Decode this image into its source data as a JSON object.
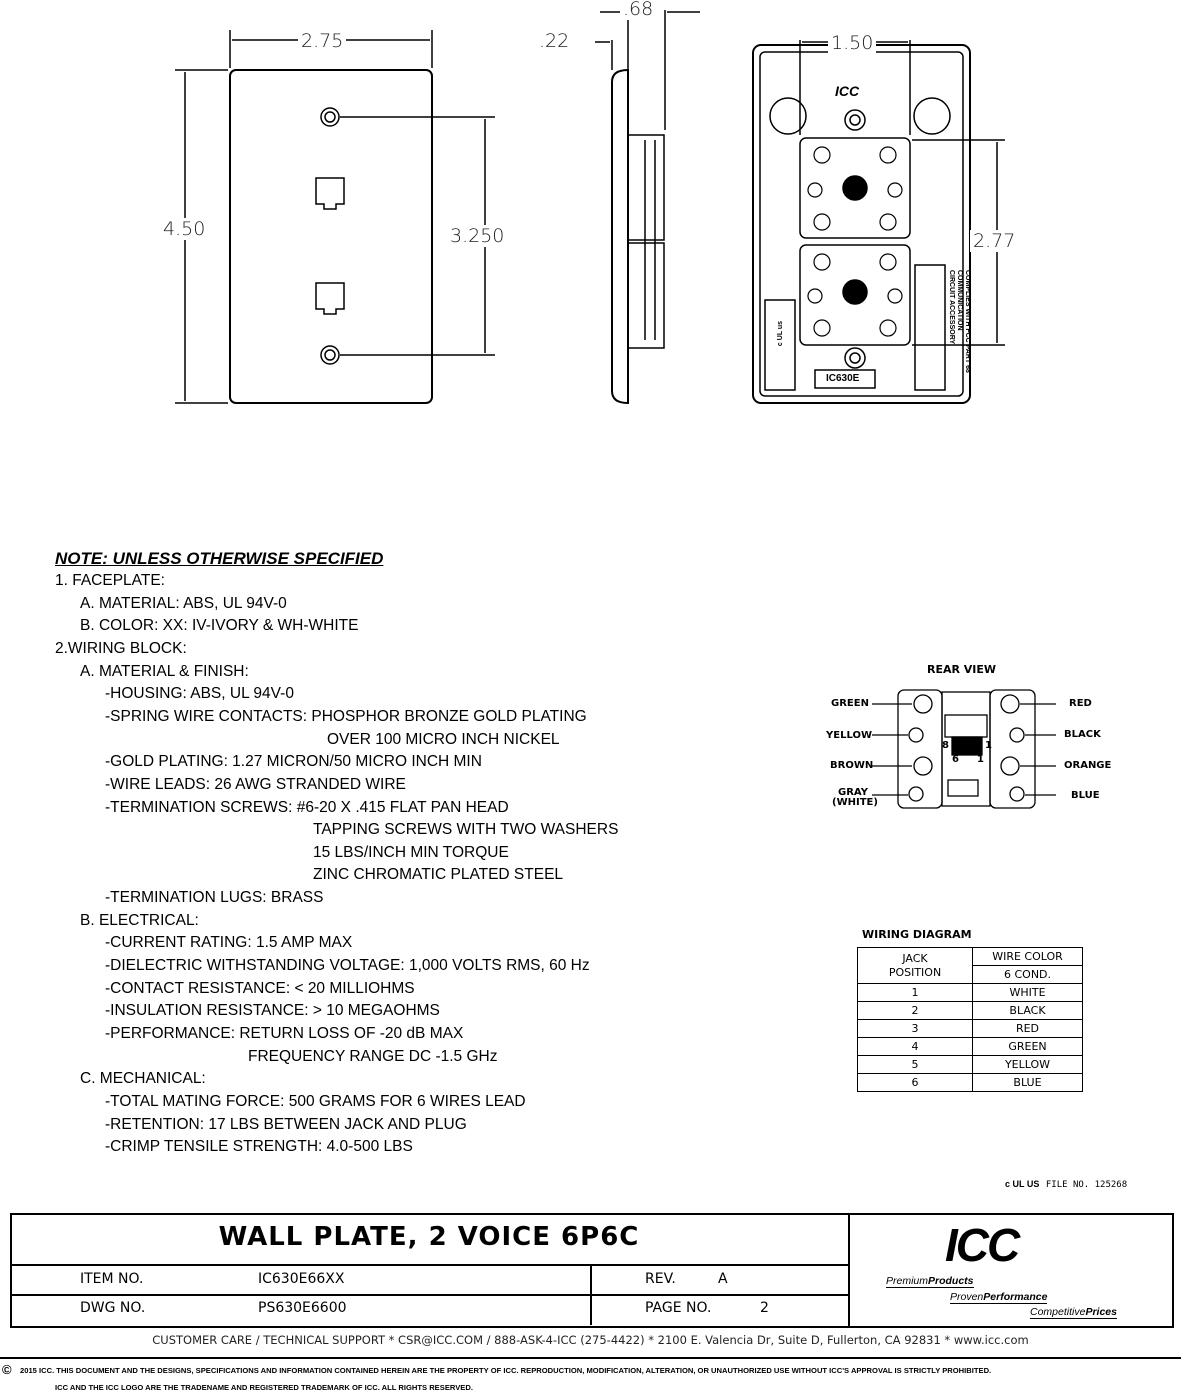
{
  "dimensions": {
    "plate_width": "2.75",
    "plate_height": "4.50",
    "screw_spacing": "3.250",
    "depth_total": ".68",
    "plate_thickness": ".22",
    "rear_width": "1.50",
    "rear_height": "2.77"
  },
  "rear_drawing": {
    "logo": "ICC",
    "compliance": [
      "COMPLIES WITH FCC PART 68",
      "COMMUNICATION",
      "CIRCUIT ACCESSORY"
    ],
    "model": "IC630E",
    "ul_mark": "c UL us"
  },
  "notes": {
    "title": "NOTE: UNLESS OTHERWISE SPECIFIED",
    "lines": [
      "1. FACEPLATE:",
      "A. MATERIAL: ABS, UL 94V-0",
      "B. COLOR: XX: IV-IVORY & WH-WHITE",
      "2.WIRING BLOCK:",
      "A. MATERIAL & FINISH:",
      "-HOUSING: ABS, UL 94V-0",
      "-SPRING WIRE CONTACTS: PHOSPHOR BRONZE GOLD PLATING",
      "OVER 100 MICRO INCH NICKEL",
      "-GOLD PLATING: 1.27 MICRON/50 MICRO INCH MIN",
      "-WIRE LEADS: 26 AWG STRANDED WIRE",
      "-TERMINATION SCREWS: #6-20 X .415 FLAT PAN HEAD",
      "TAPPING SCREWS WITH TWO WASHERS",
      "15 LBS/INCH MIN TORQUE",
      "ZINC CHROMATIC PLATED STEEL",
      "-TERMINATION LUGS: BRASS",
      "B. ELECTRICAL:",
      "-CURRENT RATING: 1.5 AMP MAX",
      "-DIELECTRIC WITHSTANDING VOLTAGE: 1,000 VOLTS RMS, 60 Hz",
      "-CONTACT RESISTANCE: < 20 MILLIOHMS",
      "-INSULATION RESISTANCE: > 10 MEGAOHMS",
      "-PERFORMANCE: RETURN LOSS OF -20 dB MAX",
      "FREQUENCY RANGE DC -1.5 GHz",
      "C. MECHANICAL:",
      "-TOTAL MATING FORCE: 500 GRAMS FOR 6 WIRES LEAD",
      "-RETENTION: 17 LBS BETWEEN JACK AND PLUG",
      "-CRIMP TENSILE STRENGTH: 4.0-500 LBS"
    ]
  },
  "rear_view": {
    "title": "REAR VIEW",
    "left_labels": [
      "GREEN",
      "YELLOW",
      "BROWN",
      "GRAY",
      "(WHITE)"
    ],
    "right_labels": [
      "RED",
      "BLACK",
      "ORANGE",
      "BLUE"
    ],
    "pin_labels": [
      "8",
      "1",
      "6",
      "1"
    ]
  },
  "wiring_diagram": {
    "title": "WIRING DIAGRAM",
    "header_left": [
      "JACK",
      "POSITION"
    ],
    "header_right": [
      "WIRE COLOR",
      "6 COND."
    ],
    "rows": [
      {
        "pos": "1",
        "color": "WHITE"
      },
      {
        "pos": "2",
        "color": "BLACK"
      },
      {
        "pos": "3",
        "color": "RED"
      },
      {
        "pos": "4",
        "color": "GREEN"
      },
      {
        "pos": "5",
        "color": "YELLOW"
      },
      {
        "pos": "6",
        "color": "BLUE"
      }
    ]
  },
  "ul_file": {
    "mark": "c UL US",
    "text": "FILE NO. 125268"
  },
  "title_block": {
    "title": "WALL PLATE, 2 VOICE 6P6C",
    "item_label": "ITEM NO.",
    "item_value": "IC630E66XX",
    "rev_label": "REV.",
    "rev_value": "A",
    "dwg_label": "DWG NO.",
    "dwg_value": "PS630E6600",
    "page_label": "PAGE NO.",
    "page_value": "2",
    "logo": "ICC",
    "slogans": [
      {
        "light": "Premium",
        "bold": "Products"
      },
      {
        "light": "Proven",
        "bold": "Performance"
      },
      {
        "light": "Competitive",
        "bold": "Prices"
      }
    ]
  },
  "footer": {
    "contact": "CUSTOMER CARE / TECHNICAL SUPPORT * CSR@ICC.COM / 888-ASK-4-ICC (275-4422) * 2100 E. Valencia Dr, Suite D, Fullerton, CA 92831 * www.icc.com",
    "copyright_symbol": "©",
    "copyright_1": "2015 ICC. THIS DOCUMENT AND THE DESIGNS, SPECIFICATIONS AND INFORMATION CONTAINED HEREIN ARE THE PROPERTY OF ICC. REPRODUCTION, MODIFICATION, ALTERATION, OR UNAUTHORIZED USE WITHOUT ICC'S APPROVAL IS STRICTLY PROHIBITED.",
    "copyright_2": "ICC AND THE ICC LOGO ARE THE TRADENAME AND REGISTERED TRADEMARK OF ICC.   ALL RIGHTS RESERVED."
  }
}
